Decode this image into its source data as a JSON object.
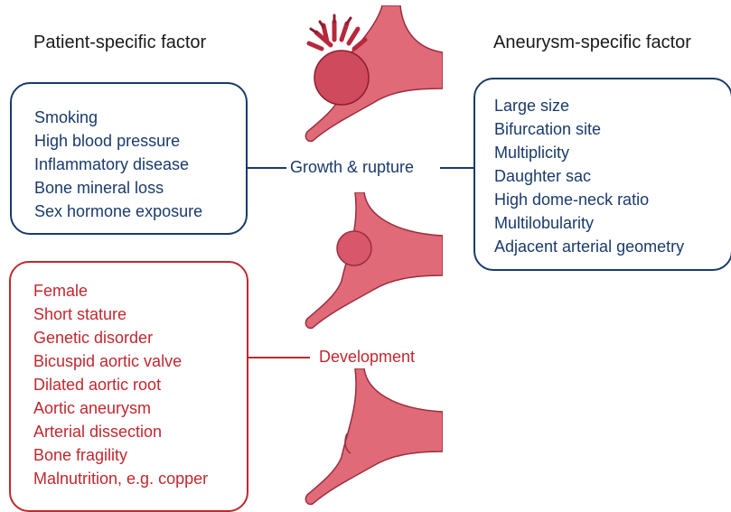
{
  "headings": {
    "left": "Patient-specific factor",
    "right": "Aneurysm-specific factor"
  },
  "growth_rupture": {
    "label": "Growth & rupture",
    "color": "#1a3a6b",
    "patient_factors": [
      "Smoking",
      "High blood pressure",
      "Inflammatory disease",
      "Bone mineral loss",
      "Sex hormone exposure"
    ],
    "aneurysm_factors": [
      "Large size",
      "Bifurcation site",
      "Multiplicity",
      "Daughter sac",
      "High dome-neck ratio",
      "Multilobularity",
      "Adjacent arterial geometry"
    ]
  },
  "development": {
    "label": "Development",
    "color": "#c1282f",
    "patient_factors": [
      "Female",
      "Short stature",
      "Genetic disorder",
      "Bicuspid aortic valve",
      "Dilated aortic root",
      "Aortic aneurysm",
      "Arterial dissection",
      "Bone fragility",
      "Malnutrition, e.g. copper"
    ]
  },
  "vessel_color": "#e06a78",
  "vessel_stroke": "#9a2e3e"
}
